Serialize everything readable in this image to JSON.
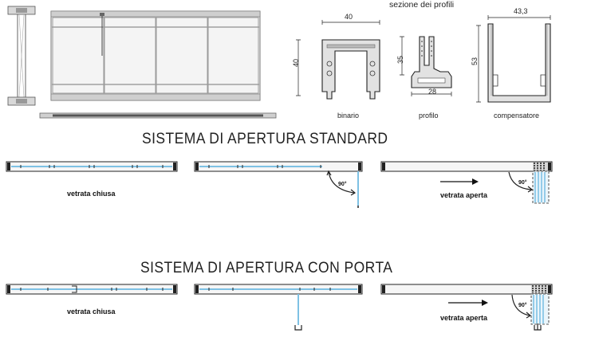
{
  "header": {
    "sezione": "sezione dei profili"
  },
  "profiles": [
    {
      "id": "binario",
      "label": "binario",
      "dims": [
        "40",
        "40"
      ]
    },
    {
      "id": "profilo",
      "label": "profilo",
      "dims": [
        "35",
        "28"
      ]
    },
    {
      "id": "compensatore",
      "label": "compensatore",
      "dims": [
        "43,3",
        "53"
      ]
    }
  ],
  "systems": [
    {
      "title": "SISTEMA DI APERTURA STANDARD",
      "closed_label": "vetrata chiusa",
      "open_label": "vetrata aperta",
      "angle": "90°"
    },
    {
      "title": "SISTEMA DI APERTURA CON PORTA",
      "closed_label": "vetrata chiusa",
      "open_label": "vetrata aperta",
      "angle": "90°"
    }
  ]
}
